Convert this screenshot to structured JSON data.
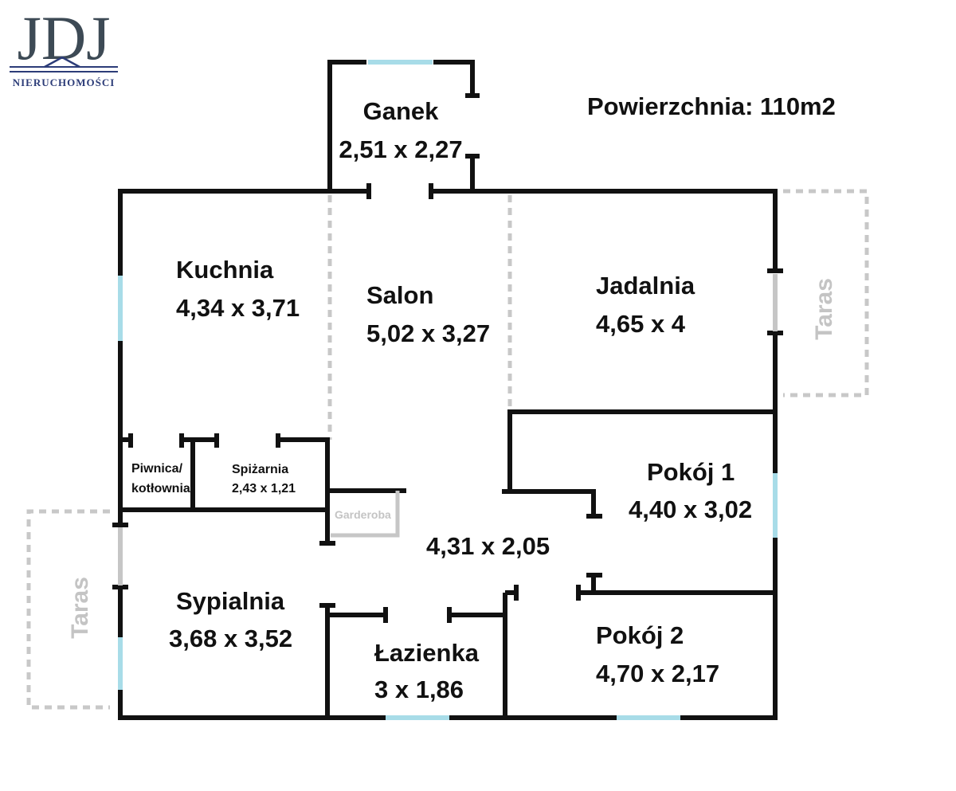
{
  "logo": {
    "letters": "JDJ",
    "tagline": "NIERUCHOMOŚCI",
    "color": "#3d4a55",
    "accent": "#2c3c78"
  },
  "header": {
    "area": "Powierzchnia: 110m2"
  },
  "rooms": {
    "ganek": {
      "name": "Ganek",
      "size": "2,51 x 2,27"
    },
    "kuchnia": {
      "name": "Kuchnia",
      "size": "4,34 x 3,71"
    },
    "salon": {
      "name": "Salon",
      "size": "5,02 x 3,27"
    },
    "jadalnia": {
      "name": "Jadalnia",
      "size": "4,65 x 4"
    },
    "piwnica": {
      "name_line1": "Piwnica/",
      "name_line2": "kotłownia"
    },
    "spizarnia": {
      "name": "Spiżarnia",
      "size": "2,43 x 1,21"
    },
    "garderoba": {
      "name": "Garderoba"
    },
    "hall": {
      "size": "4,31 x 2,05"
    },
    "pokoj1": {
      "name": "Pokój 1",
      "size": "4,40 x 3,02"
    },
    "pokoj2": {
      "name": "Pokój 2",
      "size": "4,70 x 2,17"
    },
    "sypialnia": {
      "name": "Sypialnia",
      "size": "3,68 x 3,52"
    },
    "lazienka": {
      "name": "Łazienka",
      "size": "3 x 1,86"
    }
  },
  "terraces": {
    "east": "Taras",
    "west": "Taras"
  },
  "colors": {
    "wall": "#111111",
    "window": "#a8dce8",
    "open_partition": "#c8c8c8"
  }
}
